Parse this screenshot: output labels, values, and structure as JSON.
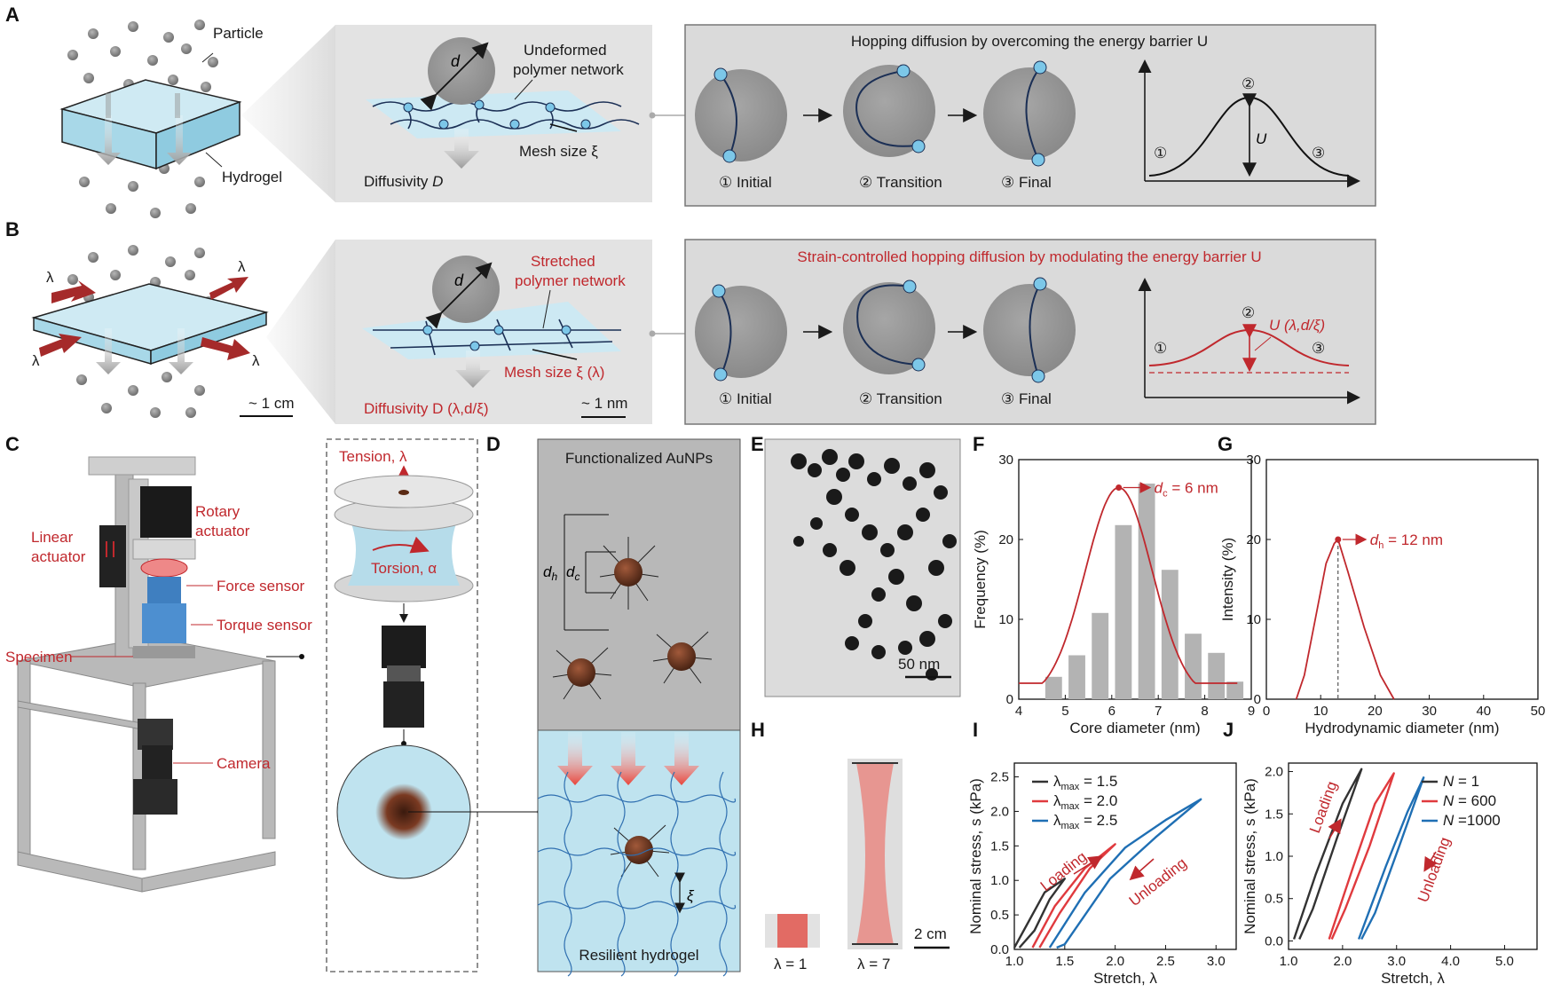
{
  "panels": {
    "A": {
      "label": "A",
      "particle": "Particle",
      "hydrogel": "Hydrogel",
      "undeformed": "Undeformed",
      "polymer_network": "polymer network",
      "d": "d",
      "mesh_size": "Mesh size  ξ",
      "diffusivity": "Diffusivity ",
      "diffusivity_sym": "D",
      "title": "Hopping diffusion by overcoming the energy barrier U",
      "initial": "① Initial",
      "transition": "② Transition",
      "final": "③ Final",
      "c1": "①",
      "c2": "②",
      "c3": "③",
      "U": "U"
    },
    "B": {
      "label": "B",
      "lambda": "λ",
      "scale_cm": "~ 1 cm",
      "stretched": "Stretched",
      "polymer_network": "polymer network",
      "d": "d",
      "mesh_size": "Mesh size  ξ (λ)",
      "diffusivity": "Diffusivity D (λ,d/ξ)",
      "scale_nm": "~ 1 nm",
      "title": "Strain-controlled hopping diffusion by modulating the energy barrier U",
      "initial": "① Initial",
      "transition": "② Transition",
      "final": "③ Final",
      "c1": "①",
      "c2": "②",
      "c3": "③",
      "U": "U (λ,d/ξ)"
    },
    "C": {
      "label": "C",
      "rotary": "Rotary",
      "actuator": "actuator",
      "linear": "Linear",
      "linear_actuator": "actuator",
      "force_sensor": "Force sensor",
      "torque_sensor": "Torque sensor",
      "specimen": "Specimen",
      "camera": "Camera",
      "tension": "Tension, λ",
      "torsion": "Torsion, α"
    },
    "D": {
      "label": "D",
      "title": "Functionalized AuNPs",
      "dh": "d",
      "dh_sub": "h",
      "dc": "d",
      "dc_sub": "c",
      "xi": "ξ",
      "bottom": "Resilient hydrogel"
    },
    "E": {
      "label": "E",
      "scale": "50 nm"
    },
    "F": {
      "label": "F"
    },
    "G": {
      "label": "G"
    },
    "H": {
      "label": "H",
      "l1": "λ = 1",
      "l7": "λ = 7",
      "scale": "2 cm"
    },
    "I": {
      "label": "I",
      "loading": "Loading",
      "unloading": "Unloading"
    },
    "J": {
      "label": "J",
      "loading": "Loading",
      "unloading": "Unloading"
    }
  },
  "colors": {
    "red": "#c0282d",
    "blue": "#1f6fb4",
    "gray_bar": "#b3b3b3",
    "hydrogel": "#bfe3ef",
    "node": "#7cc7e8",
    "sphere": "#8a8a8a",
    "panel_bg": "#d9d9d9"
  },
  "chart_data": [
    {
      "id": "F",
      "type": "bar",
      "xlabel": "Core diameter (nm)",
      "ylabel": "Frequency (%)",
      "xlim": [
        4,
        9
      ],
      "ylim": [
        0,
        30
      ],
      "xticks": [
        4,
        5,
        6,
        7,
        8,
        9
      ],
      "yticks": [
        0,
        10,
        20,
        30
      ],
      "x": [
        4.5,
        5.0,
        5.5,
        6.0,
        6.5,
        7.0,
        7.5,
        8.0
      ],
      "values": [
        2.8,
        5.5,
        10.8,
        21.8,
        27.0,
        16.2,
        8.2,
        5.8
      ],
      "extra_bar": {
        "x": 8.4,
        "value": 2.2
      },
      "fit_peak": {
        "x": 6.15,
        "y": 26.5
      },
      "annotation": "d",
      "annotation_sub": "c",
      "annotation_value": " = 6 nm"
    },
    {
      "id": "G",
      "type": "line",
      "xlabel": "Hydrodynamic diameter (nm)",
      "ylabel": "Intensity (%)",
      "xlim": [
        0,
        50
      ],
      "ylim": [
        0,
        30
      ],
      "xticks": [
        0,
        10,
        20,
        30,
        40,
        50
      ],
      "yticks": [
        0,
        10,
        20,
        30
      ],
      "series": [
        {
          "x": [
            5.5,
            7,
            9,
            11,
            12.5,
            13.2,
            15,
            18,
            21,
            23.5
          ],
          "y": [
            0,
            3,
            10,
            17,
            19.5,
            20,
            16,
            9,
            3,
            0
          ]
        }
      ],
      "peak": {
        "x": 13.2,
        "y": 20
      },
      "annotation": "d",
      "annotation_sub": "h",
      "annotation_value": " = 12 nm"
    },
    {
      "id": "I",
      "type": "line",
      "xlabel": "Stretch, λ",
      "ylabel": "Nominal stress, s (kPa)",
      "xlim": [
        1.0,
        3.2
      ],
      "ylim": [
        0,
        2.7
      ],
      "xticks": [
        1.0,
        1.5,
        2.0,
        2.5,
        3.0
      ],
      "yticks": [
        0.0,
        0.5,
        1.0,
        1.5,
        2.0,
        2.5
      ],
      "series": [
        {
          "name": "λmax = 1.5",
          "color": "#333333",
          "loading": [
            [
              1.0,
              0.0
            ],
            [
              1.15,
              0.45
            ],
            [
              1.3,
              0.8
            ],
            [
              1.5,
              1.05
            ]
          ],
          "unloading": [
            [
              1.5,
              1.05
            ],
            [
              1.35,
              0.7
            ],
            [
              1.2,
              0.3
            ],
            [
              1.05,
              0.0
            ]
          ]
        },
        {
          "name": "λmax = 2.0",
          "color": "#e03a3e",
          "loading": [
            [
              1.18,
              0.0
            ],
            [
              1.4,
              0.65
            ],
            [
              1.7,
              1.15
            ],
            [
              2.0,
              1.55
            ]
          ],
          "unloading": [
            [
              2.0,
              1.55
            ],
            [
              1.75,
              1.15
            ],
            [
              1.45,
              0.55
            ],
            [
              1.25,
              0.0
            ]
          ]
        },
        {
          "name": "λmax = 2.5",
          "color": "#1f6fb4",
          "loading": [
            [
              1.35,
              0.0
            ],
            [
              1.7,
              0.85
            ],
            [
              2.1,
              1.45
            ],
            [
              2.5,
              1.9
            ],
            [
              2.85,
              2.15
            ]
          ],
          "unloading": [
            [
              2.85,
              2.15
            ],
            [
              2.4,
              1.65
            ],
            [
              1.95,
              1.0
            ],
            [
              1.5,
              0.1
            ],
            [
              1.42,
              0.0
            ]
          ]
        }
      ],
      "legend_sub": "max",
      "legend_labels": [
        "λ",
        "λ",
        "λ"
      ],
      "legend_values": [
        " = 1.5",
        " = 2.0",
        " = 2.5"
      ]
    },
    {
      "id": "J",
      "type": "line",
      "xlabel": "Stretch, λ",
      "ylabel": "Nominal stress, s (kPa)",
      "xlim": [
        1.0,
        5.6
      ],
      "ylim": [
        -0.1,
        2.1
      ],
      "xticks": [
        1.0,
        2.0,
        3.0,
        4.0,
        5.0
      ],
      "yticks": [
        0.0,
        0.5,
        1.0,
        1.5,
        2.0
      ],
      "series": [
        {
          "name": "N = 1",
          "color": "#333333",
          "loading": [
            [
              1.1,
              0.0
            ],
            [
              1.5,
              0.8
            ],
            [
              2.0,
              1.6
            ],
            [
              2.35,
              2.05
            ]
          ],
          "unloading": [
            [
              2.35,
              2.05
            ],
            [
              1.9,
              1.2
            ],
            [
              1.45,
              0.4
            ],
            [
              1.2,
              0.0
            ]
          ]
        },
        {
          "name": "N = 600",
          "color": "#e03a3e",
          "loading": [
            [
              1.75,
              0.0
            ],
            [
              2.2,
              0.9
            ],
            [
              2.6,
              1.6
            ],
            [
              2.95,
              2.0
            ]
          ],
          "unloading": [
            [
              2.95,
              2.0
            ],
            [
              2.5,
              1.1
            ],
            [
              2.05,
              0.4
            ],
            [
              1.8,
              0.0
            ]
          ]
        },
        {
          "name": "N =1000",
          "color": "#1f6fb4",
          "loading": [
            [
              2.3,
              0.0
            ],
            [
              2.8,
              0.9
            ],
            [
              3.2,
              1.5
            ],
            [
              3.5,
              1.95
            ]
          ],
          "unloading": [
            [
              3.5,
              1.95
            ],
            [
              3.05,
              1.1
            ],
            [
              2.6,
              0.35
            ],
            [
              2.35,
              0.0
            ]
          ]
        }
      ],
      "legend_labels": [
        "N",
        "N",
        "N"
      ],
      "legend_values": [
        " = 1",
        " = 600",
        " =1000"
      ]
    }
  ]
}
